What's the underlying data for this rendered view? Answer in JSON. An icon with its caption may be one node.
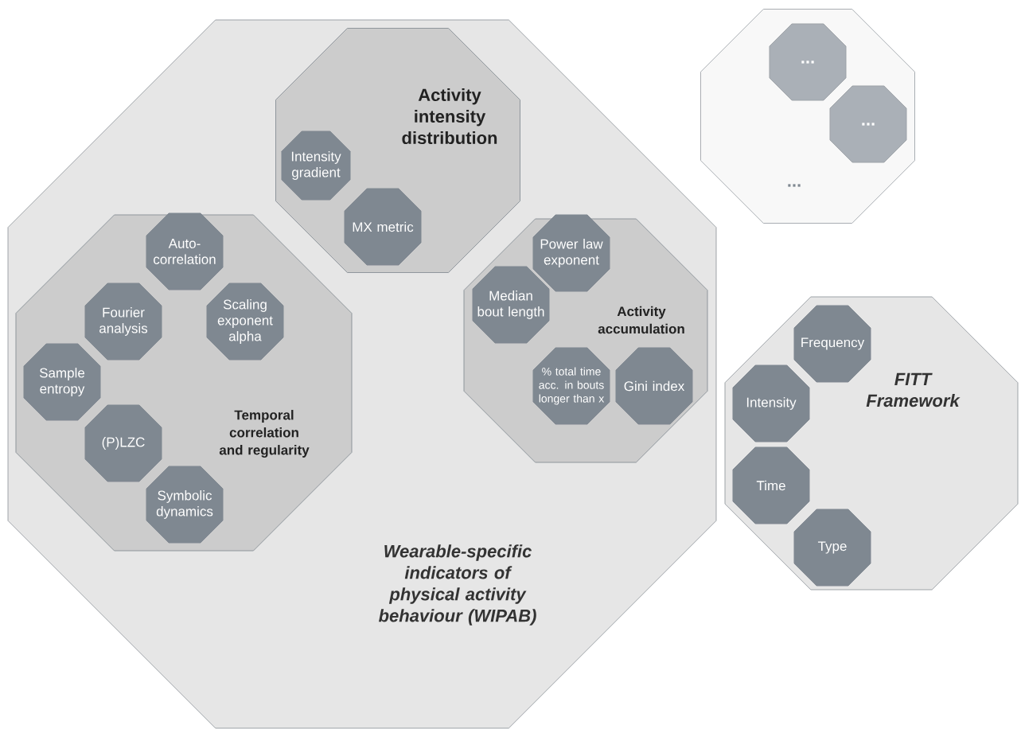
{
  "diagram": {
    "nodes": [
      {
        "text": [
          "Wearable-specific indicators of physical activity behaviour (WIPAB)"
        ]
      },
      {
        "text": [
          "Activity intensity distribution"
        ],
        "in": 0
      },
      {
        "text": [
          "Intensity gradient"
        ],
        "in": 1
      },
      {
        "text": [
          "MX metric"
        ],
        "in": 1
      },
      {
        "text": [
          "Temporal correlation and regularity"
        ],
        "in": 0
      },
      {
        "text": [
          "Auto- correlation"
        ],
        "in": 4
      },
      {
        "text": [
          "Fourier analysis"
        ],
        "in": 4
      },
      {
        "text": [
          "Scaling exponent alpha"
        ],
        "in": 4
      },
      {
        "text": [
          "Sample entropy"
        ],
        "in": 4
      },
      {
        "text": [
          "(P)LZC"
        ],
        "in": 4
      },
      {
        "text": [
          "Symbolic dynamics"
        ],
        "in": 4
      },
      {
        "text": [
          "Activity accumulation"
        ],
        "in": 0
      },
      {
        "text": [
          "Power law exponent"
        ],
        "in": 11
      },
      {
        "text": [
          "Median bout length"
        ],
        "in": 11
      },
      {
        "text": [
          "% total time acc. in bouts longer than x"
        ],
        "in": 11
      },
      {
        "text": [
          "Gini index"
        ],
        "in": 11
      },
      {
        "text": [
          "..."
        ]
      },
      {
        "text": [
          "..."
        ],
        "in": 16
      },
      {
        "text": [
          "..."
        ],
        "in": 16
      },
      {
        "text": [
          "FITT Framework"
        ]
      },
      {
        "text": [
          "Frequency"
        ],
        "in": 19
      },
      {
        "text": [
          "Intensity"
        ],
        "in": 19
      },
      {
        "text": [
          "Time"
        ],
        "in": 19
      },
      {
        "text": [
          "Type"
        ],
        "in": 19
      }
    ]
  }
}
